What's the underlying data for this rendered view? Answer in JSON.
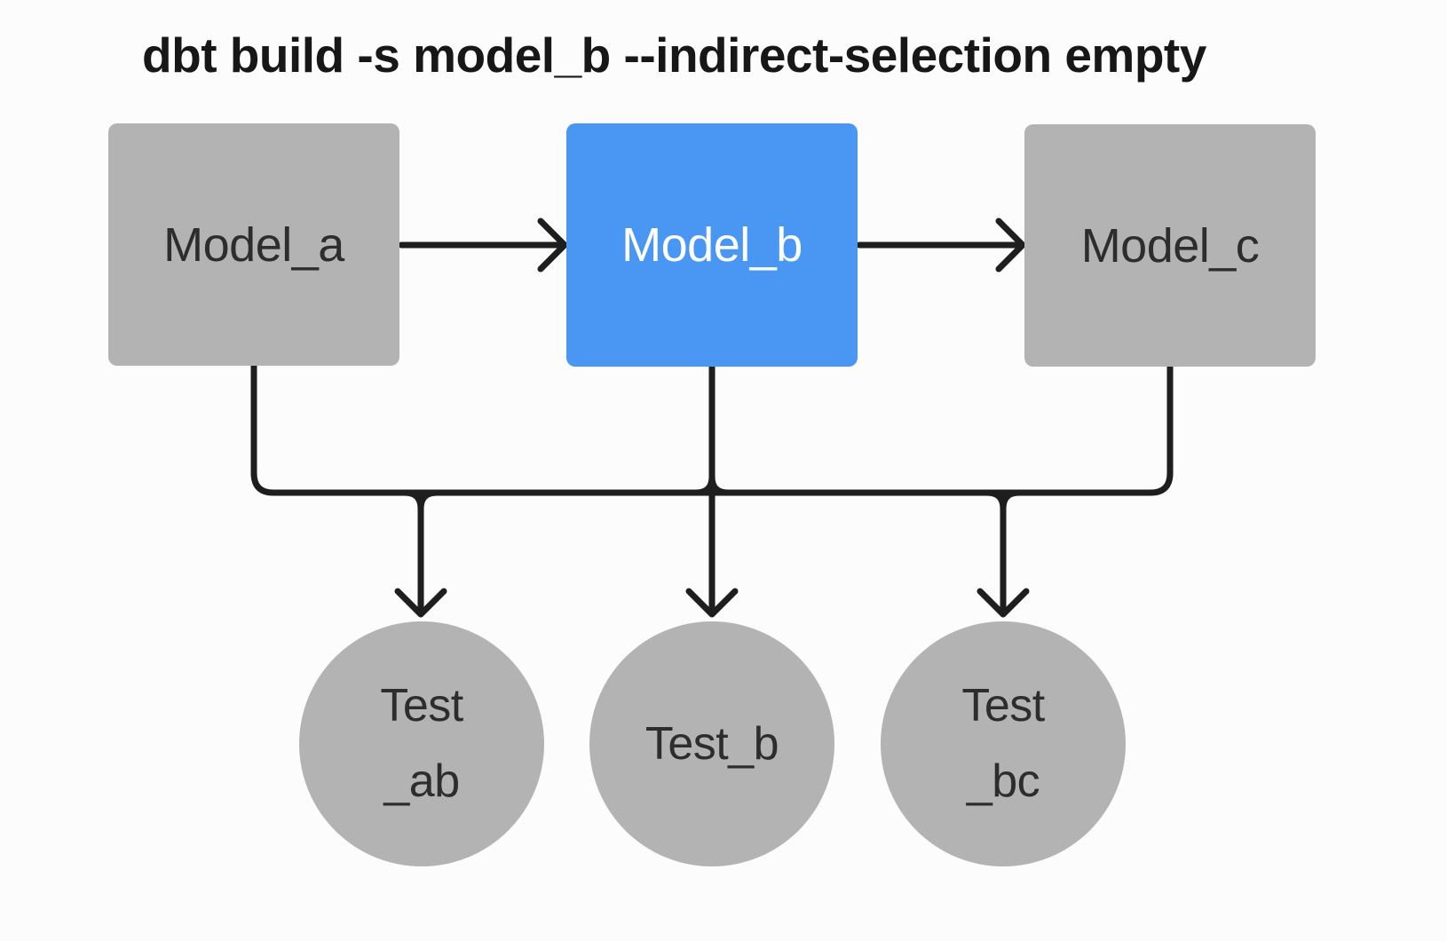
{
  "title": "dbt build -s model_b --indirect-selection empty",
  "colors": {
    "background": "#fcfcfc",
    "node_gray": "#b3b3b3",
    "selected_blue": "#4997f3",
    "edge": "#1e1e1e",
    "node_text": "#2d2d2d",
    "selected_text": "#ffffff",
    "title_text": "#171717"
  },
  "nodes": {
    "model_a": {
      "label": "Model_a",
      "type": "model",
      "selected": false
    },
    "model_b": {
      "label": "Model_b",
      "type": "model",
      "selected": true
    },
    "model_c": {
      "label": "Model_c",
      "type": "model",
      "selected": false
    },
    "test_ab": {
      "label_line1": "Test",
      "label_line2": "_ab",
      "type": "test"
    },
    "test_b": {
      "label": "Test_b",
      "type": "test"
    },
    "test_bc": {
      "label_line1": "Test",
      "label_line2": "_bc",
      "type": "test"
    }
  },
  "edges": [
    {
      "from": "model_a",
      "to": "model_b"
    },
    {
      "from": "model_b",
      "to": "model_c"
    },
    {
      "from": "model_a",
      "to": "test_ab"
    },
    {
      "from": "model_b",
      "to": "test_ab"
    },
    {
      "from": "model_b",
      "to": "test_b"
    },
    {
      "from": "model_b",
      "to": "test_bc"
    },
    {
      "from": "model_c",
      "to": "test_bc"
    }
  ]
}
